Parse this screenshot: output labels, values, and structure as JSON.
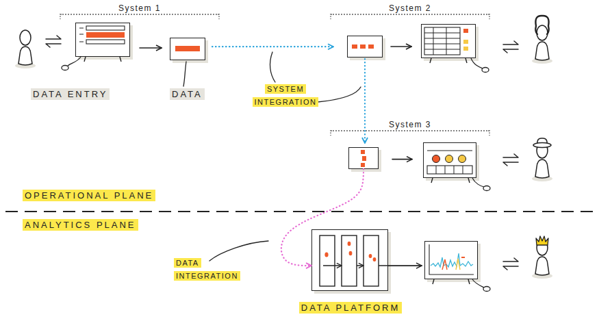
{
  "diagram": {
    "nodes": [
      {
        "text": [
          "System 1"
        ]
      },
      {
        "text": [
          "DATA ENTRY"
        ],
        "in": 0
      },
      {
        "text": [
          "DATA"
        ],
        "in": 0
      },
      {
        "text": [
          "System 2"
        ]
      },
      {
        "text": [],
        "in": 3
      },
      {
        "text": [],
        "in": 3
      },
      {
        "text": [
          "System 3"
        ]
      },
      {
        "text": [],
        "in": 6
      },
      {
        "text": [],
        "in": 6
      },
      {
        "text": [
          "DATA PLATFORM"
        ]
      },
      {
        "text": []
      }
    ],
    "edges": [
      {
        "from": 1,
        "to": 2,
        "arrow": "to"
      },
      {
        "from": 2,
        "to": 4,
        "arrow": "to"
      },
      {
        "from": 4,
        "to": 5,
        "arrow": "to"
      },
      {
        "from": 4,
        "to": 7,
        "arrow": "to"
      },
      {
        "from": 7,
        "to": 8,
        "arrow": "to"
      },
      {
        "from": 7,
        "to": 9,
        "arrow": "to"
      },
      {
        "from": 9,
        "to": 10,
        "arrow": "to"
      }
    ],
    "labels": [
      "SYSTEM INTEGRATION",
      "OPERATIONAL PLANE",
      "ANALYTICS PLANE",
      "DATA INTEGRATION"
    ]
  }
}
